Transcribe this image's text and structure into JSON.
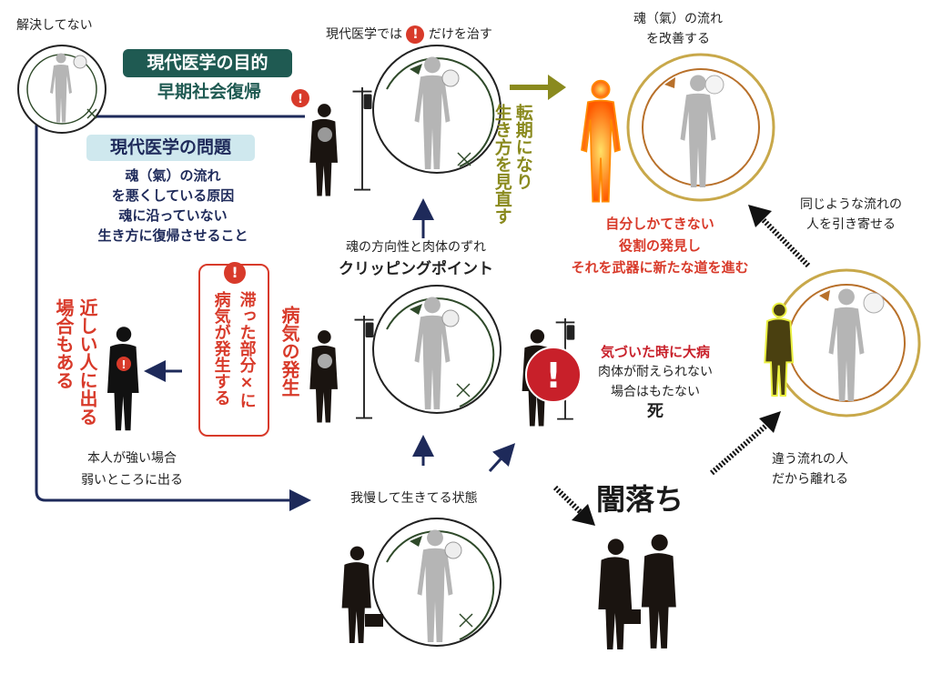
{
  "title": "Soul flow and modern medicine diagram",
  "unresolved": "解決してない",
  "goal_heading": "現代医学の目的",
  "goal_text": "早期社会復帰",
  "problem_heading": "現代医学の問題",
  "problem_lines": [
    "魂（氣）の流れ",
    "を悪くしている原因",
    "魂に沿っていない",
    "生き方に復帰させること"
  ],
  "treats_pre": "現代医学では",
  "treats_post": "だけを治す",
  "turning_col1": "転期になり",
  "turning_col2": "生き方を見直す",
  "improve_lines": [
    "魂（氣）の流れ",
    "を改善する"
  ],
  "role_lines": [
    "自分しかてきない",
    "役割の発見し",
    "それを武器に新たな道を進む"
  ],
  "attract_lines": [
    "同じような流れの",
    "人を引き寄せる"
  ],
  "clipping_line1": "魂の方向性と肉体のずれ",
  "clipping_line2": "クリッピングポイント",
  "disease_onset": "病気の発生",
  "stagnant_col1": "滞った部分×に",
  "stagnant_col2": "病気が発生する",
  "close_col1": "近しい人に出る",
  "close_col2": "場合もある",
  "strong_lines": [
    "本人が強い場合",
    "弱いところに出る"
  ],
  "serious_heading": "気づいた時に大病",
  "serious_lines": [
    "肉体が耐えられない",
    "場合はもたない"
  ],
  "death": "死",
  "endure": "我慢して生きてる状態",
  "darkness": "闇落ち",
  "separate_lines": [
    "違う流れの人",
    "だから離れる"
  ],
  "colors": {
    "navy": "#1e2a5a",
    "teal": "#1f5a52",
    "red": "#d83a2a",
    "olive": "#8a8a1e",
    "gold": "#c8a84a",
    "darkgreen": "#2f4a2a"
  }
}
